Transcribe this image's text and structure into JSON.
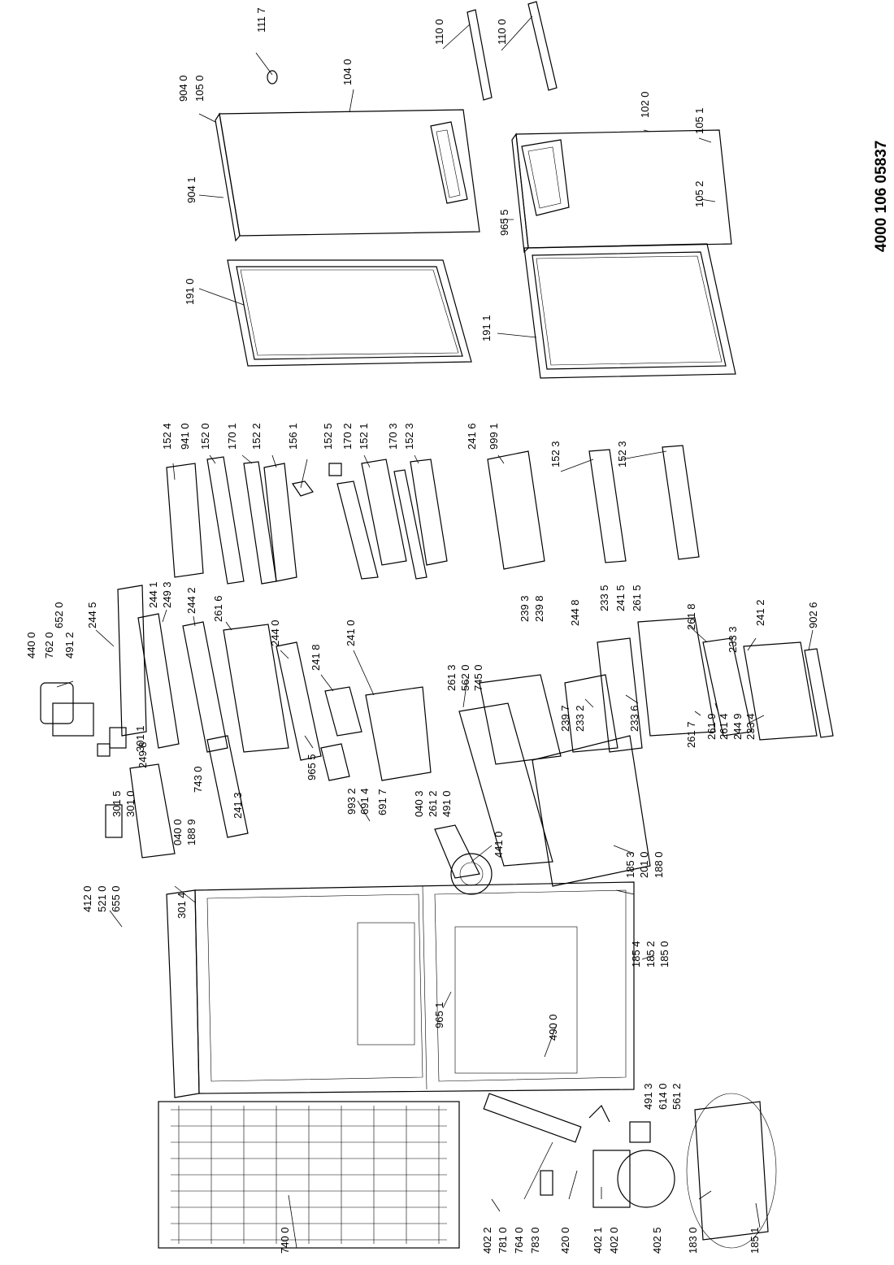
{
  "document_number": "4000 106 05837",
  "callouts": [
    {
      "id": "1117",
      "text": "111 7"
    },
    {
      "id": "1100a",
      "text": "110 0"
    },
    {
      "id": "1100b",
      "text": "110 0"
    },
    {
      "id": "9040",
      "text": "904 0"
    },
    {
      "id": "1050",
      "text": "105 0"
    },
    {
      "id": "1040",
      "text": "104 0"
    },
    {
      "id": "1020",
      "text": "102 0"
    },
    {
      "id": "1051",
      "text": "105 1"
    },
    {
      "id": "9041",
      "text": "904 1"
    },
    {
      "id": "9655a",
      "text": "965 5"
    },
    {
      "id": "1052",
      "text": "105 2"
    },
    {
      "id": "1910",
      "text": "191 0"
    },
    {
      "id": "1911",
      "text": "191 1"
    },
    {
      "id": "1524",
      "text": "152 4"
    },
    {
      "id": "9410",
      "text": "941 0"
    },
    {
      "id": "1520",
      "text": "152 0"
    },
    {
      "id": "1701",
      "text": "170 1"
    },
    {
      "id": "1522",
      "text": "152 2"
    },
    {
      "id": "1561",
      "text": "156 1"
    },
    {
      "id": "1525",
      "text": "152 5"
    },
    {
      "id": "1702",
      "text": "170 2"
    },
    {
      "id": "1521",
      "text": "152 1"
    },
    {
      "id": "1703",
      "text": "170 3"
    },
    {
      "id": "1523a",
      "text": "152 3"
    },
    {
      "id": "2416",
      "text": "241 6"
    },
    {
      "id": "9991",
      "text": "999 1"
    },
    {
      "id": "1523b",
      "text": "152 3"
    },
    {
      "id": "1523c",
      "text": "152 3"
    },
    {
      "id": "6520",
      "text": "652 0"
    },
    {
      "id": "2445",
      "text": "244 5"
    },
    {
      "id": "2441",
      "text": "244 1"
    },
    {
      "id": "2493",
      "text": "249 3"
    },
    {
      "id": "2442",
      "text": "244 2"
    },
    {
      "id": "2616",
      "text": "261 6"
    },
    {
      "id": "2440",
      "text": "244 0"
    },
    {
      "id": "2418",
      "text": "241 8"
    },
    {
      "id": "2410",
      "text": "241 0"
    },
    {
      "id": "2393",
      "text": "239 3"
    },
    {
      "id": "2398",
      "text": "239 8"
    },
    {
      "id": "2448",
      "text": "244 8"
    },
    {
      "id": "2335",
      "text": "233 5"
    },
    {
      "id": "2415",
      "text": "241 5"
    },
    {
      "id": "2615",
      "text": "261 5"
    },
    {
      "id": "2618",
      "text": "261 8"
    },
    {
      "id": "2333",
      "text": "233 3"
    },
    {
      "id": "2412",
      "text": "241 2"
    },
    {
      "id": "9026",
      "text": "902 6"
    },
    {
      "id": "4400",
      "text": "440 0"
    },
    {
      "id": "7620",
      "text": "762 0"
    },
    {
      "id": "4912",
      "text": "491 2"
    },
    {
      "id": "2498",
      "text": "249 8"
    },
    {
      "id": "2413",
      "text": "241 3"
    },
    {
      "id": "9655b",
      "text": "965 5"
    },
    {
      "id": "2613",
      "text": "261 3"
    },
    {
      "id": "5620",
      "text": "562 0"
    },
    {
      "id": "7450",
      "text": "745 0"
    },
    {
      "id": "2397",
      "text": "239 7"
    },
    {
      "id": "2332",
      "text": "233 2"
    },
    {
      "id": "2336",
      "text": "233 6"
    },
    {
      "id": "2617",
      "text": "261 7"
    },
    {
      "id": "2619",
      "text": "261 9"
    },
    {
      "id": "2614",
      "text": "261 4"
    },
    {
      "id": "2449",
      "text": "244 9"
    },
    {
      "id": "2334",
      "text": "233 4"
    },
    {
      "id": "3011",
      "text": "301 1"
    },
    {
      "id": "7430",
      "text": "743 0"
    },
    {
      "id": "9932",
      "text": "993 2"
    },
    {
      "id": "6914",
      "text": "691 4"
    },
    {
      "id": "6917",
      "text": "691 7"
    },
    {
      "id": "0403",
      "text": "040 3"
    },
    {
      "id": "2612",
      "text": "261 2"
    },
    {
      "id": "4910",
      "text": "491 0"
    },
    {
      "id": "3015",
      "text": "301 5"
    },
    {
      "id": "3010",
      "text": "301 0"
    },
    {
      "id": "0400",
      "text": "040 0"
    },
    {
      "id": "1889",
      "text": "188 9"
    },
    {
      "id": "4410",
      "text": "441 0"
    },
    {
      "id": "1853",
      "text": "185 3"
    },
    {
      "id": "2010",
      "text": "201 0"
    },
    {
      "id": "1880",
      "text": "188 0"
    },
    {
      "id": "4120",
      "text": "412 0"
    },
    {
      "id": "5210",
      "text": "521 0"
    },
    {
      "id": "6550",
      "text": "655 0"
    },
    {
      "id": "3014",
      "text": "301 4"
    },
    {
      "id": "1854",
      "text": "185 4"
    },
    {
      "id": "1852",
      "text": "185 2"
    },
    {
      "id": "1850",
      "text": "185 0"
    },
    {
      "id": "9651",
      "text": "965 1"
    },
    {
      "id": "4900",
      "text": "490 0"
    },
    {
      "id": "4913",
      "text": "491 3"
    },
    {
      "id": "6140",
      "text": "614 0"
    },
    {
      "id": "5612",
      "text": "561 2"
    },
    {
      "id": "7400",
      "text": "740 0"
    },
    {
      "id": "4022",
      "text": "402 2"
    },
    {
      "id": "7810",
      "text": "781 0"
    },
    {
      "id": "7640",
      "text": "764 0"
    },
    {
      "id": "7830",
      "text": "783 0"
    },
    {
      "id": "4200",
      "text": "420 0"
    },
    {
      "id": "4021",
      "text": "402 1"
    },
    {
      "id": "4020",
      "text": "402 0"
    },
    {
      "id": "4025",
      "text": "402 5"
    },
    {
      "id": "1830",
      "text": "183 0"
    },
    {
      "id": "1851",
      "text": "185 1"
    }
  ]
}
